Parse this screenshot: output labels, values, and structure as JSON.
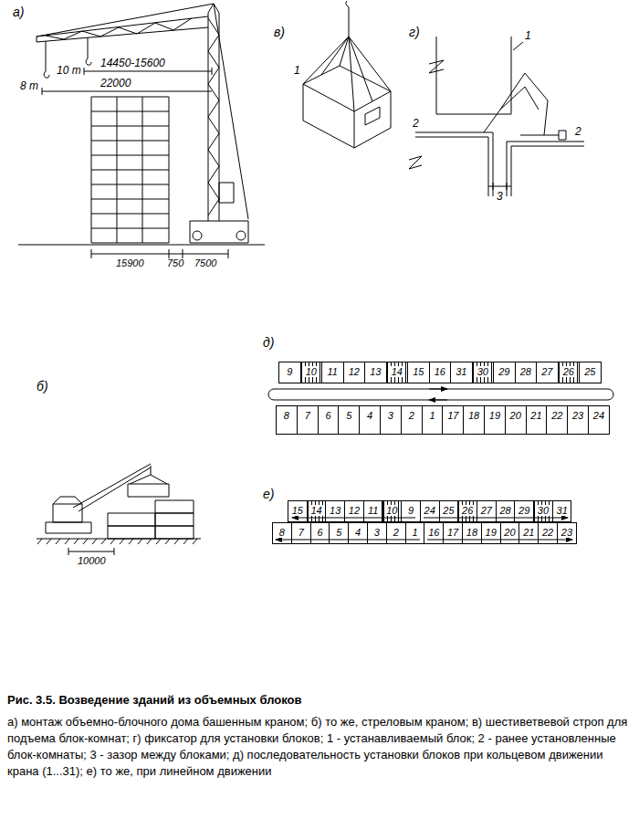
{
  "diagram": {
    "title": "Рис. 3.5. Возведение зданий из объемных блоков",
    "caption": "а) монтаж объемно-блочного дома башенным краном; б) то же, стреловым краном; в) шестиветвевой строп для подъема блок-комнат; г) фиксатор для установки блоков; 1 - устанавливаемый блок; 2 - ранее установленные блок-комнаты; 3 - зазор между блоками; д) последовательность установки блоков при кольцевом движении крана (1...31); е) то же, при линейном движении",
    "nodes": [
      {
        "text": [
          "9"
        ]
      },
      {
        "text": [
          "10"
        ]
      },
      {
        "text": [
          "11"
        ]
      },
      {
        "text": [
          "12"
        ]
      },
      {
        "text": [
          "13"
        ]
      },
      {
        "text": [
          "14"
        ]
      },
      {
        "text": [
          "15"
        ]
      },
      {
        "text": [
          "16"
        ]
      },
      {
        "text": [
          "31"
        ]
      },
      {
        "text": [
          "30"
        ]
      },
      {
        "text": [
          "29"
        ]
      },
      {
        "text": [
          "28"
        ]
      },
      {
        "text": [
          "27"
        ]
      },
      {
        "text": [
          "26"
        ]
      },
      {
        "text": [
          "25"
        ]
      },
      {
        "text": [
          "8"
        ]
      },
      {
        "text": [
          "7"
        ]
      },
      {
        "text": [
          "6"
        ]
      },
      {
        "text": [
          "5"
        ]
      },
      {
        "text": [
          "4"
        ]
      },
      {
        "text": [
          "3"
        ]
      },
      {
        "text": [
          "2"
        ]
      },
      {
        "text": [
          "1"
        ]
      },
      {
        "text": [
          "17"
        ]
      },
      {
        "text": [
          "18"
        ]
      },
      {
        "text": [
          "19"
        ]
      },
      {
        "text": [
          "20"
        ]
      },
      {
        "text": [
          "21"
        ]
      },
      {
        "text": [
          "22"
        ]
      },
      {
        "text": [
          "23"
        ]
      },
      {
        "text": [
          "24"
        ]
      },
      {
        "text": [
          "15"
        ]
      },
      {
        "text": [
          "14"
        ]
      },
      {
        "text": [
          "13"
        ]
      },
      {
        "text": [
          "12"
        ]
      },
      {
        "text": [
          "11"
        ]
      },
      {
        "text": [
          "10"
        ]
      },
      {
        "text": [
          "9"
        ]
      },
      {
        "text": [
          "24"
        ]
      },
      {
        "text": [
          "25"
        ]
      },
      {
        "text": [
          "26"
        ]
      },
      {
        "text": [
          "27"
        ]
      },
      {
        "text": [
          "28"
        ]
      },
      {
        "text": [
          "29"
        ]
      },
      {
        "text": [
          "30"
        ]
      },
      {
        "text": [
          "31"
        ]
      },
      {
        "text": [
          "8"
        ]
      },
      {
        "text": [
          "7"
        ]
      },
      {
        "text": [
          "6"
        ]
      },
      {
        "text": [
          "5"
        ]
      },
      {
        "text": [
          "4"
        ]
      },
      {
        "text": [
          "3"
        ]
      },
      {
        "text": [
          "2"
        ]
      },
      {
        "text": [
          "1"
        ]
      },
      {
        "text": [
          "16"
        ]
      },
      {
        "text": [
          "17"
        ]
      },
      {
        "text": [
          "18"
        ]
      },
      {
        "text": [
          "19"
        ]
      },
      {
        "text": [
          "20"
        ]
      },
      {
        "text": [
          "21"
        ]
      },
      {
        "text": [
          "22"
        ]
      },
      {
        "text": [
          "23"
        ]
      }
    ],
    "labels": [
      "а)",
      "14450-15600",
      "10 т",
      "8 т",
      "22000",
      "15900",
      "750",
      "7500",
      "в)",
      "1",
      "г)",
      "1",
      "2",
      "2",
      "3",
      "б)",
      "10000",
      "д)",
      "е)"
    ]
  }
}
